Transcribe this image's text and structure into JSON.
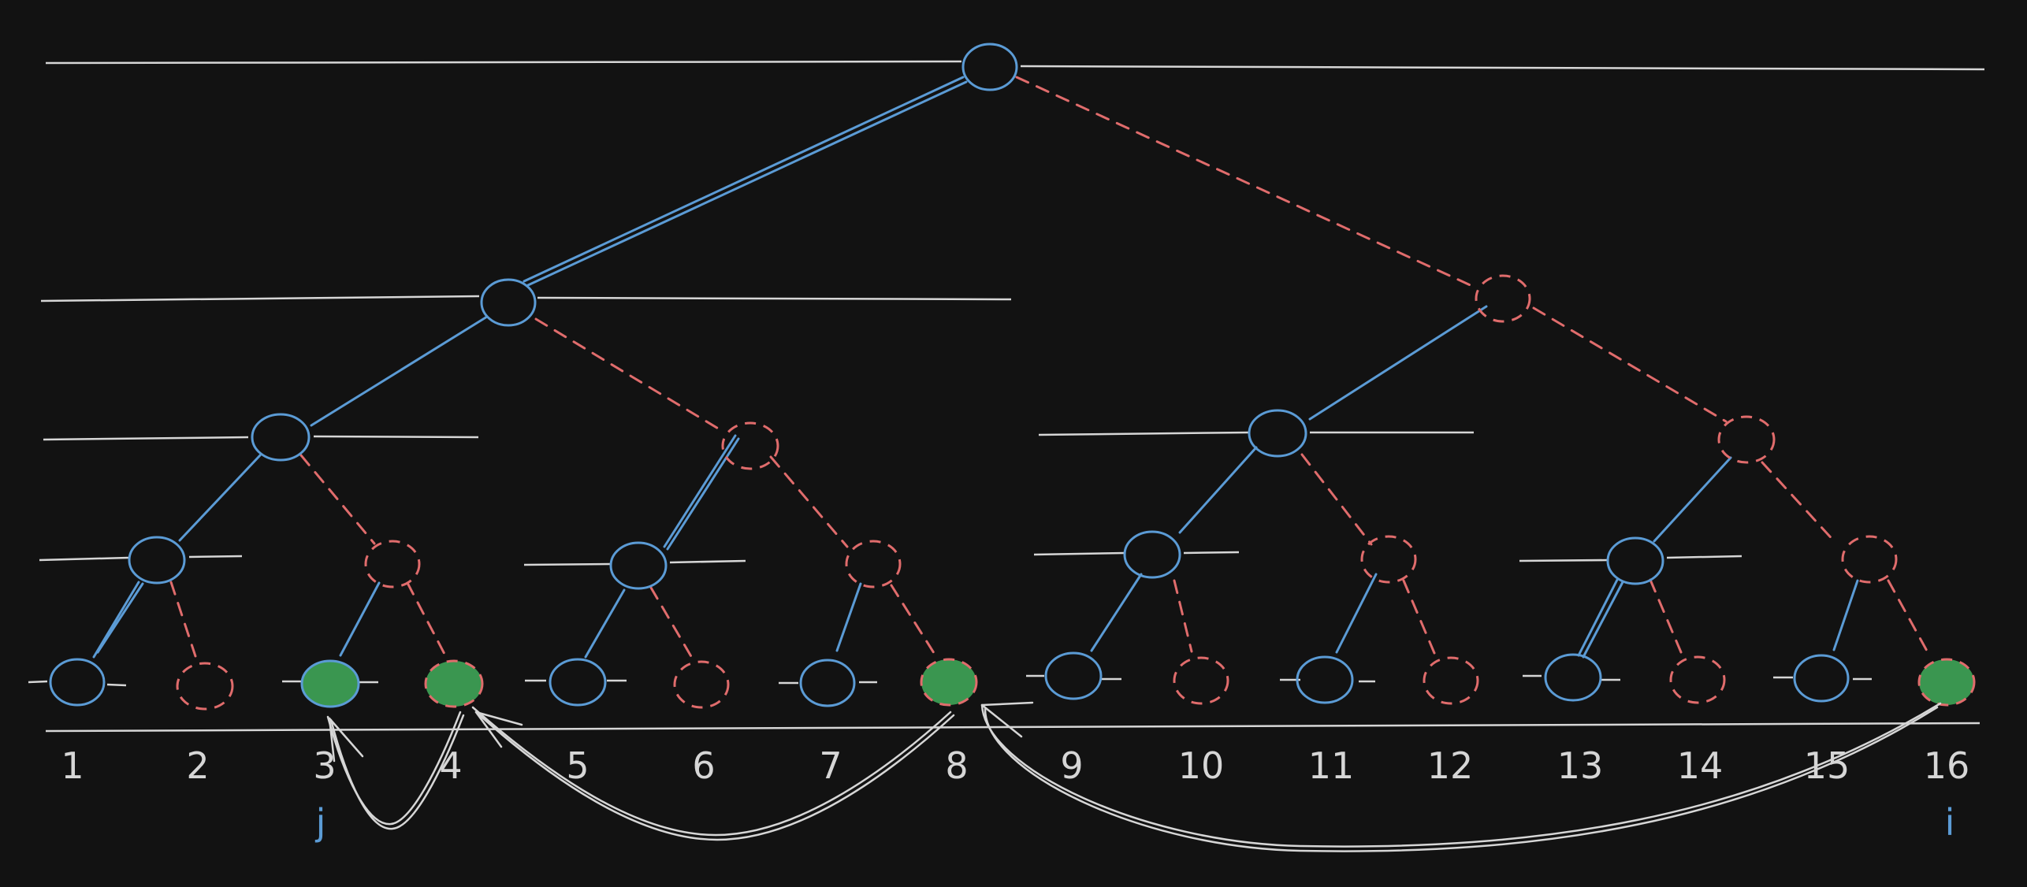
{
  "leaf_labels": [
    "1",
    "2",
    "3",
    "4",
    "5",
    "6",
    "7",
    "8",
    "9",
    "10",
    "11",
    "12",
    "13",
    "14",
    "15",
    "16"
  ],
  "pointers": {
    "j": "j",
    "i": "i"
  },
  "colors": {
    "background": "#121212",
    "left_child_edge": "#5b9bd5",
    "right_child_edge": "#e06c6c",
    "highlighted_node": "#3a9650",
    "guide_line": "#d6d6d6",
    "label": "#d6d6d6",
    "pointer": "#5b9bd5"
  }
}
